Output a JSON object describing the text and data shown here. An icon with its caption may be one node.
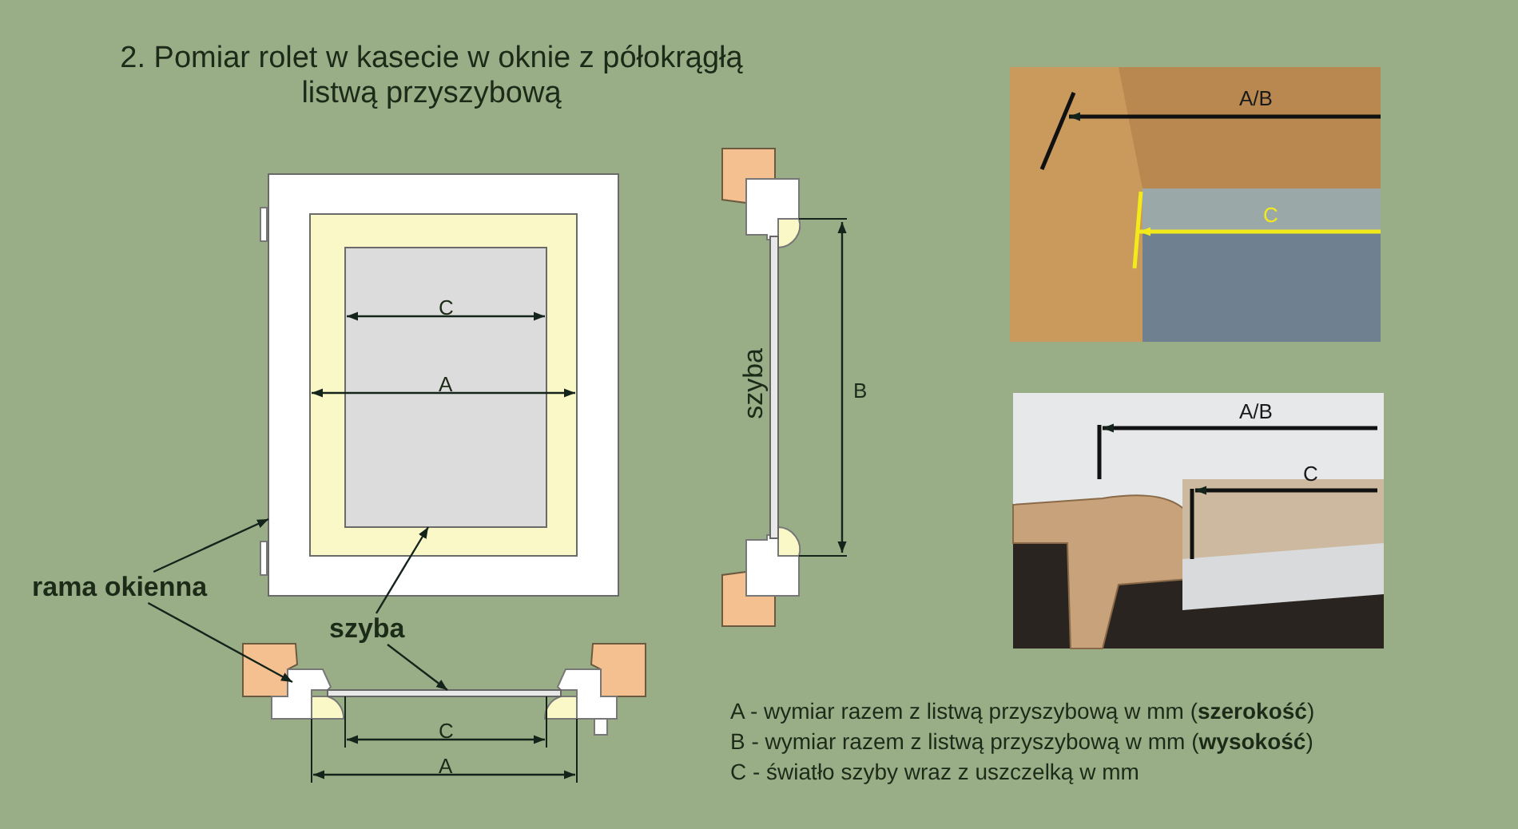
{
  "diagram": {
    "title": "2. Pomiar rolet w kasecie w oknie z półokrągłą listwą przyszybową",
    "nodes": [
      {
        "text": [
          "rama okienna"
        ]
      },
      {
        "text": [],
        "shape": "box"
      },
      {
        "text": [],
        "shape": "box"
      },
      {
        "text": [
          "szyba"
        ]
      },
      {
        "text": [],
        "shape": "box",
        "in": 1
      },
      {
        "text": [],
        "shape": "bar"
      }
    ],
    "edges": [
      {
        "from": 0,
        "to": 1,
        "arrow": "to"
      },
      {
        "from": 0,
        "to": 2,
        "arrow": "to"
      },
      {
        "from": 3,
        "to": 4,
        "arrow": "to"
      },
      {
        "from": 3,
        "to": 5,
        "arrow": "to"
      }
    ],
    "labels": [
      "C",
      "A",
      "C",
      "A",
      "szyba",
      "B",
      "A/B",
      "C",
      "A/B",
      "C",
      "A - wymiar razem z listwą przyszybową w mm (**szerokość**)",
      "B - wymiar razem z listwą przyszybową w mm (**wysokość**)",
      "C - światło szyby wraz z uszczelką w mm"
    ]
  }
}
